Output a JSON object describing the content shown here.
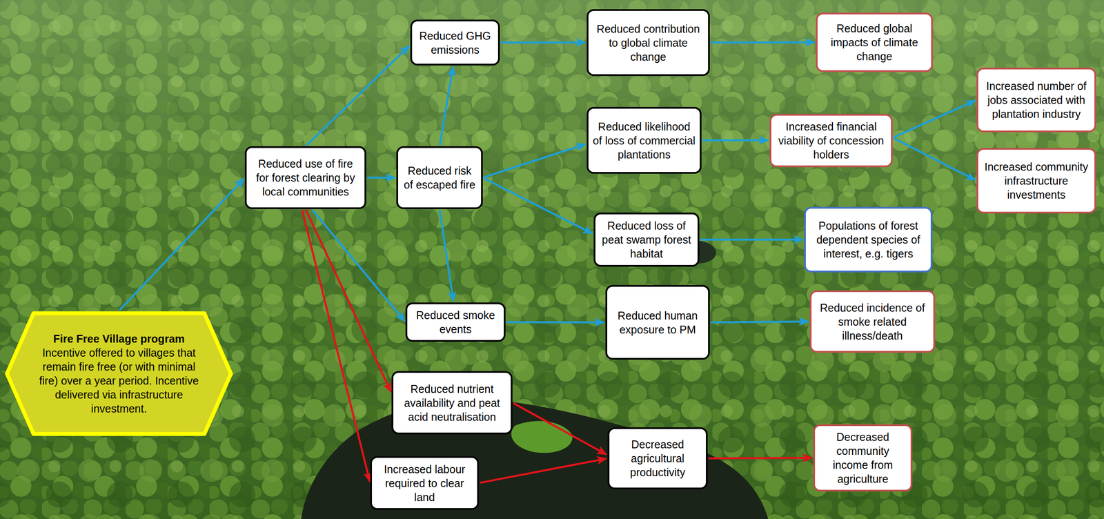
{
  "diagram": {
    "nodes": [
      {
        "text": [
          "Fire Free Village program",
          "Incentive offered to villages that remain fire free (or with minimal fire) over a year period. Incentive delivered via infrastructure investment."
        ]
      },
      {
        "text": [
          "Reduced use of fire for forest clearing by local communities"
        ]
      },
      {
        "text": [
          "Reduced GHG emissions"
        ]
      },
      {
        "text": [
          "Reduced risk of escaped fire"
        ]
      },
      {
        "text": [
          "Reduced smoke events"
        ]
      },
      {
        "text": [
          "Reduced nutrient availability and peat acid neutralisation"
        ]
      },
      {
        "text": [
          "Increased labour required to clear land"
        ]
      },
      {
        "text": [
          "Reduced contribution to global climate change"
        ]
      },
      {
        "text": [
          "Reduced likelihood of loss of commercial plantations"
        ]
      },
      {
        "text": [
          "Reduced loss of peat swamp forest habitat"
        ]
      },
      {
        "text": [
          "Reduced human exposure to PM"
        ]
      },
      {
        "text": [
          "Decreased agricultural productivity"
        ]
      },
      {
        "text": [
          "Reduced global impacts of climate change"
        ]
      },
      {
        "text": [
          "Increased financial viability of concession holders"
        ]
      },
      {
        "text": [
          "Populations of forest dependent species of interest, e.g. tigers"
        ]
      },
      {
        "text": [
          "Reduced incidence of smoke related illness/death"
        ]
      },
      {
        "text": [
          "Decreased community income from agriculture"
        ]
      },
      {
        "text": [
          "Increased number of jobs associated with plantation industry"
        ]
      },
      {
        "text": [
          "Increased community infrastructure investments"
        ]
      }
    ],
    "edges": [
      {
        "from": 0,
        "to": 1,
        "arrow": "to"
      },
      {
        "from": 1,
        "to": 2,
        "arrow": "to"
      },
      {
        "from": 1,
        "to": 3,
        "arrow": "to"
      },
      {
        "from": 3,
        "to": 2,
        "arrow": "to"
      },
      {
        "from": 1,
        "to": 4,
        "arrow": "to"
      },
      {
        "from": 3,
        "to": 4,
        "arrow": "to"
      },
      {
        "from": 1,
        "to": 5,
        "arrow": "to"
      },
      {
        "from": 1,
        "to": 6,
        "arrow": "to"
      },
      {
        "from": 2,
        "to": 7,
        "arrow": "to"
      },
      {
        "from": 7,
        "to": 12,
        "arrow": "to"
      },
      {
        "from": 3,
        "to": 8,
        "arrow": "to"
      },
      {
        "from": 3,
        "to": 9,
        "arrow": "to"
      },
      {
        "from": 8,
        "to": 13,
        "arrow": "to"
      },
      {
        "from": 13,
        "to": 17,
        "arrow": "to"
      },
      {
        "from": 13,
        "to": 18,
        "arrow": "to"
      },
      {
        "from": 9,
        "to": 14,
        "arrow": "to"
      },
      {
        "from": 4,
        "to": 10,
        "arrow": "to"
      },
      {
        "from": 10,
        "to": 15,
        "arrow": "to"
      },
      {
        "from": 5,
        "to": 11,
        "arrow": "to"
      },
      {
        "from": 6,
        "to": 11,
        "arrow": "to"
      },
      {
        "from": 11,
        "to": 16,
        "arrow": "to"
      }
    ]
  }
}
